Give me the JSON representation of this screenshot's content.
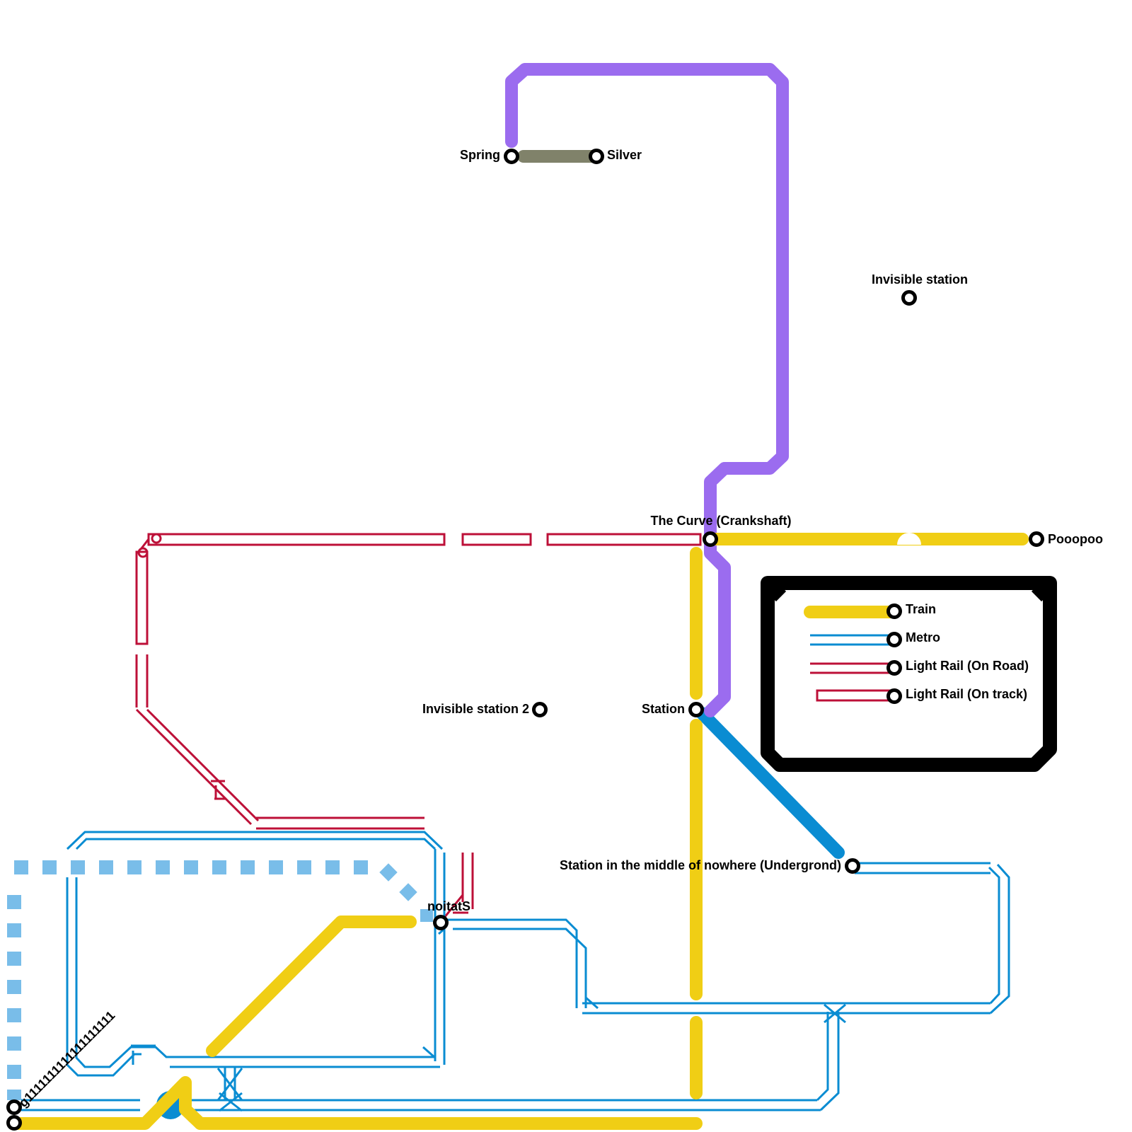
{
  "colors": {
    "train": "#f0ce15",
    "metro": "#0a8cd2",
    "light_rail": "#bd1038",
    "purple": "#9b6cef",
    "olive": "#80826a",
    "dotted": "#79bde9",
    "frame": "#000000"
  },
  "stations": {
    "spring": "Spring",
    "silver": "Silver",
    "invisible_station": "Invisible station",
    "curve": "The Curve (Crankshaft)",
    "pooopoo": "Pooopoo",
    "invisible_station_2": "Invisible station 2",
    "station": "Station",
    "nowhere": "Station in the middle of nowhere (Undergrond)",
    "noitats": "noitatS",
    "ones": "g1111111111111111111"
  },
  "legend": {
    "train": "Train",
    "metro": "Metro",
    "light_rail_road": "Light Rail (On Road)",
    "light_rail_track": "Light Rail (On track)"
  }
}
